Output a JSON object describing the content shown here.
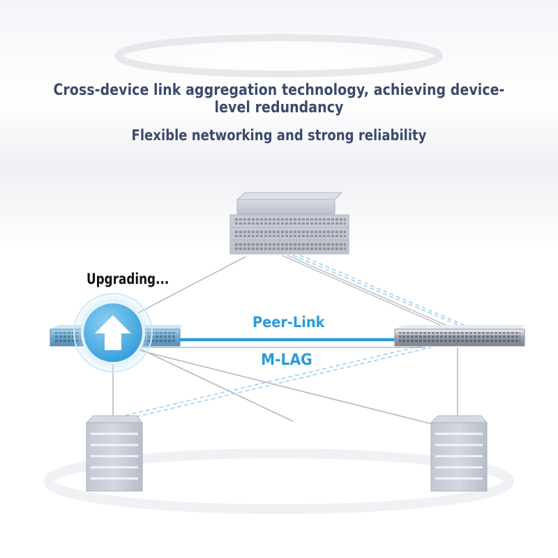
{
  "header": {
    "line1": "Cross-device link aggregation technology, achieving device-level redundancy",
    "line2": "Flexible networking and strong reliability"
  },
  "diagram": {
    "peer_link_label": "Peer-Link",
    "mlag_label": "M-LAG",
    "status_label": "Upgrading...",
    "nodes": {
      "top_device": "core-switch-chassis",
      "left_switch": "access-switch-left",
      "right_switch": "access-switch-right",
      "bottom_left_server": "server-rack-left",
      "bottom_right_server": "server-rack-right"
    }
  },
  "colors": {
    "headline": "#3b4a6a",
    "accent": "#2a9bd8",
    "device_gray": "#c2c7d2",
    "link_gray": "#b5b8bf",
    "dashed_link": "#9fd1ee"
  },
  "icons": {
    "upgrade": "upload-arrow-icon"
  }
}
